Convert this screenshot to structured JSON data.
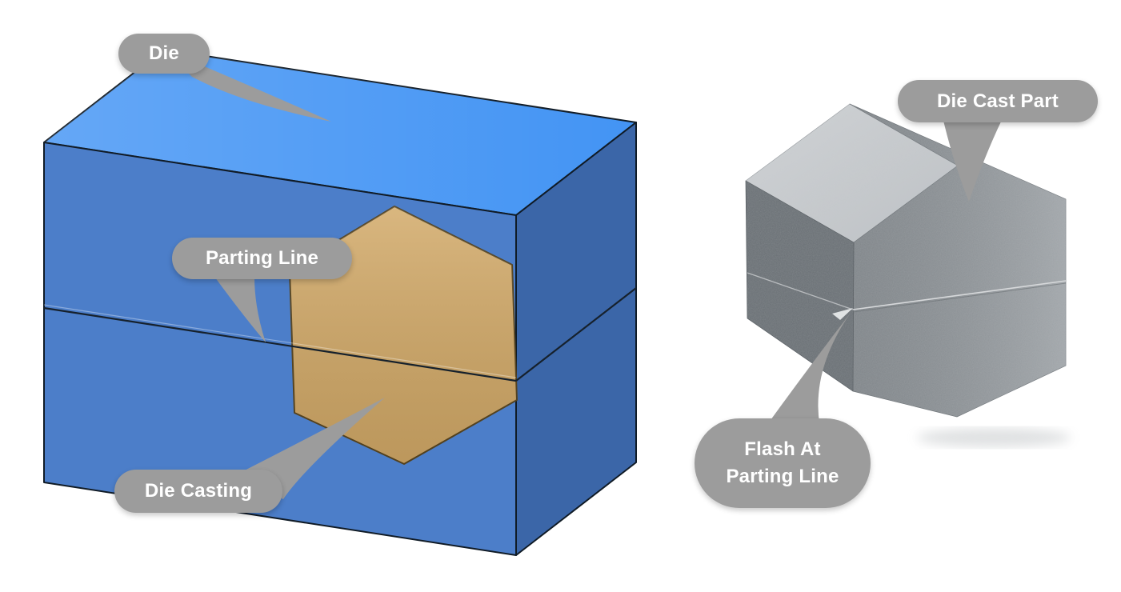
{
  "colors": {
    "background": "#ffffff",
    "callout_fill": "#9c9c9c",
    "callout_text": "#ffffff",
    "die_top_face": "#4394f4",
    "die_front_face": "#4c7ec9",
    "die_right_face": "#3b66a8",
    "die_outline": "#101b26",
    "parting_line": "#16212c",
    "casting_fill": "#d2a967",
    "casting_outline": "#55431f",
    "part_top_face": "#bdc1c5",
    "part_front_face": "#8d9398",
    "part_left_face": "#686e73",
    "part_flash_line": "#d9dbdd"
  },
  "left_figure": {
    "callouts": {
      "die": {
        "label": "Die"
      },
      "parting_line": {
        "label": "Parting Line"
      },
      "die_casting": {
        "label": "Die Casting"
      }
    }
  },
  "right_figure": {
    "callouts": {
      "die_cast_part": {
        "label": "Die Cast Part"
      },
      "flash": {
        "line1": "Flash At",
        "line2": "Parting Line"
      }
    }
  }
}
